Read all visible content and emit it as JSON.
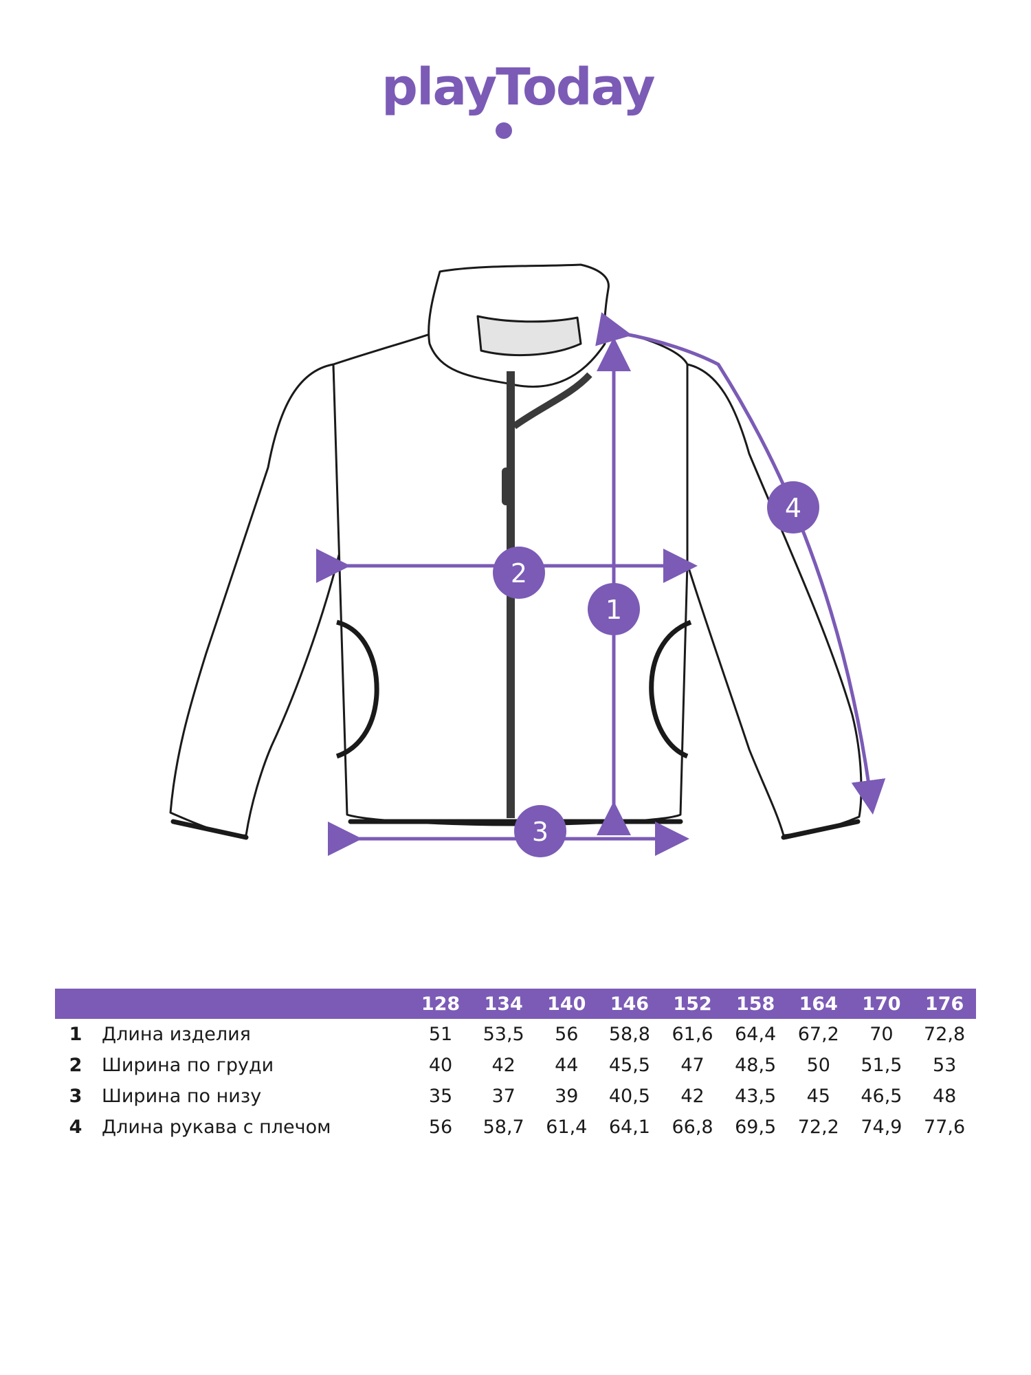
{
  "brand": {
    "name": "playToday",
    "accent_color": "#7b5bb6"
  },
  "diagram": {
    "markers": [
      "1",
      "2",
      "3",
      "4"
    ]
  },
  "table": {
    "header_blank": "",
    "sizes": [
      "128",
      "134",
      "140",
      "146",
      "152",
      "158",
      "164",
      "170",
      "176"
    ],
    "rows": [
      {
        "num": "1",
        "label": "Длина изделия",
        "values": [
          "51",
          "53,5",
          "56",
          "58,8",
          "61,6",
          "64,4",
          "67,2",
          "70",
          "72,8"
        ]
      },
      {
        "num": "2",
        "label": "Ширина по груди",
        "values": [
          "40",
          "42",
          "44",
          "45,5",
          "47",
          "48,5",
          "50",
          "51,5",
          "53"
        ]
      },
      {
        "num": "3",
        "label": "Ширина по низу",
        "values": [
          "35",
          "37",
          "39",
          "40,5",
          "42",
          "43,5",
          "45",
          "46,5",
          "48"
        ]
      },
      {
        "num": "4",
        "label": "Длина рукава с плечом",
        "values": [
          "56",
          "58,7",
          "61,4",
          "64,1",
          "66,8",
          "69,5",
          "72,2",
          "74,9",
          "77,6"
        ]
      }
    ]
  }
}
